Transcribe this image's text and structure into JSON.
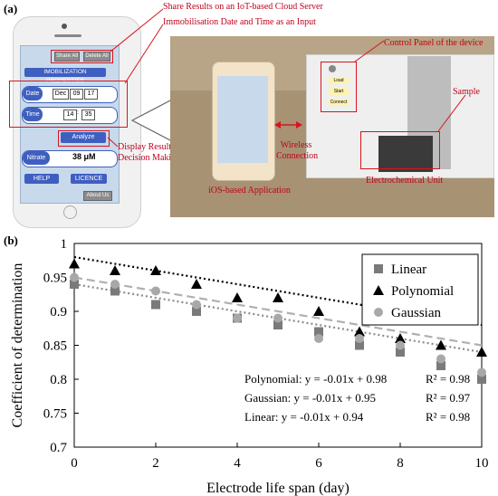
{
  "panel_a": {
    "label": "(a)",
    "callouts": {
      "share_results": "Share Results on an IoT-based Cloud Server",
      "immobilisation": "Immobilisation Date and Time as an Input",
      "display_results": "Display Results of Decision Making",
      "control_panel": "Control Panel of the device",
      "sample": "Sample",
      "wireless": "Wireless Connection",
      "ios_app": "iOS-based Application",
      "electrochemical": "Electrochemical Unit"
    },
    "app": {
      "share_all": "Share All",
      "delete_all": "Delete All",
      "immob_title": "IMOBILIZATION PROPERTIES",
      "date_label": "Date",
      "date_month": "Dec",
      "date_day": "09",
      "date_year": "17",
      "time_label": "Time",
      "time_hour": "14",
      "time_sep": ":",
      "time_min": "35",
      "analyze": "Analyze",
      "nitrate_label": "Nitrate",
      "nitrate_value": "38 μM",
      "help": "HELP",
      "licence": "LICENCE",
      "about_us": "About Us"
    },
    "device_buttons": [
      "Load",
      "Start",
      "Connect"
    ]
  },
  "panel_b": {
    "label": "(b)"
  },
  "chart_data": {
    "type": "scatter",
    "xlabel": "Electrode life span (day)",
    "ylabel": "Coefficient of determination",
    "xlim": [
      0,
      10
    ],
    "ylim": [
      0.7,
      1.0
    ],
    "x_ticks": [
      0,
      2,
      4,
      6,
      8,
      10
    ],
    "y_ticks": [
      0.7,
      0.75,
      0.8,
      0.85,
      0.9,
      0.95,
      1.0
    ],
    "y_tick_labels": [
      "0.7",
      "0.75",
      "0.8",
      "0.85",
      "0.9",
      "0.95",
      "1"
    ],
    "grid": false,
    "legend_position": "top-right",
    "x": [
      0,
      1,
      2,
      3,
      4,
      5,
      6,
      7,
      8,
      9,
      10
    ],
    "series": [
      {
        "name": "Linear",
        "marker": "square",
        "color": "#7a7a7a",
        "values": [
          0.94,
          0.93,
          0.91,
          0.9,
          0.89,
          0.88,
          0.87,
          0.85,
          0.84,
          0.82,
          0.8
        ],
        "trendline": {
          "slope": -0.01,
          "intercept": 0.94,
          "style": "dotted",
          "color": "#8a8a8a"
        }
      },
      {
        "name": "Polynomial",
        "marker": "triangle",
        "color": "#000000",
        "values": [
          0.97,
          0.96,
          0.96,
          0.94,
          0.92,
          0.92,
          0.9,
          0.87,
          0.86,
          0.85,
          0.84
        ],
        "trendline": {
          "slope": -0.01,
          "intercept": 0.98,
          "style": "dotted",
          "color": "#000000"
        }
      },
      {
        "name": "Gaussian",
        "marker": "circle",
        "color": "#a8a8a8",
        "values": [
          0.95,
          0.94,
          0.93,
          0.91,
          0.89,
          0.89,
          0.86,
          0.86,
          0.85,
          0.83,
          0.81
        ],
        "trendline": {
          "slope": -0.01,
          "intercept": 0.95,
          "style": "dashed",
          "color": "#b0b0b0"
        }
      }
    ],
    "annotations": [
      {
        "equation": "Polynomial: y = -0.01x + 0.98",
        "r2": "R² = 0.98"
      },
      {
        "equation": "Gaussian: y = -0.01x + 0.95",
        "r2": "R² = 0.97"
      },
      {
        "equation": "Linear: y = -0.01x + 0.94",
        "r2": "R² = 0.98"
      }
    ]
  }
}
